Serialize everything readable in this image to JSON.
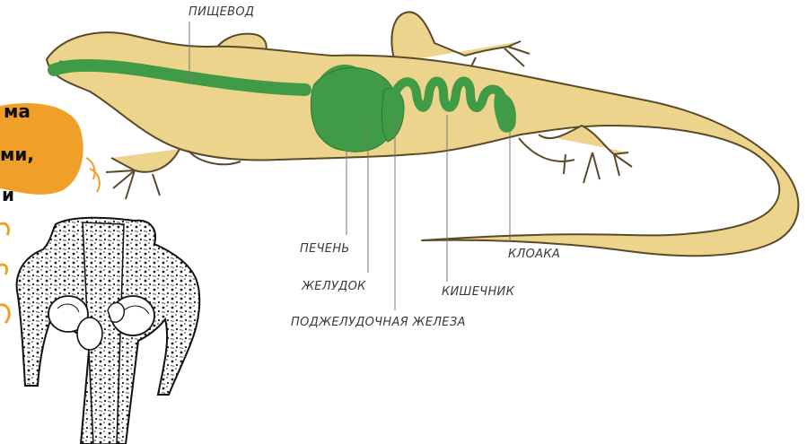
{
  "diagram": {
    "labels": {
      "esophagus": "ПИЩЕВОД",
      "liver": "ПЕЧЕНЬ",
      "stomach": "ЖЕЛУДОК",
      "pancreas": "ПОДЖЕЛУДОЧНАЯ ЖЕЛЕЗА",
      "intestine": "КИШЕЧНИК",
      "cloaca": "КЛОАКА"
    },
    "colors": {
      "body_fill": "#ecd48c",
      "body_outline": "#5a4a2a",
      "organ_green": "#3f9b46",
      "leader_line": "#777777",
      "label_text": "#3a3a3a",
      "orange_blob": "#f0a028"
    }
  },
  "side_note": {
    "fragments": [
      "ма",
      "ми,",
      "и"
    ]
  }
}
